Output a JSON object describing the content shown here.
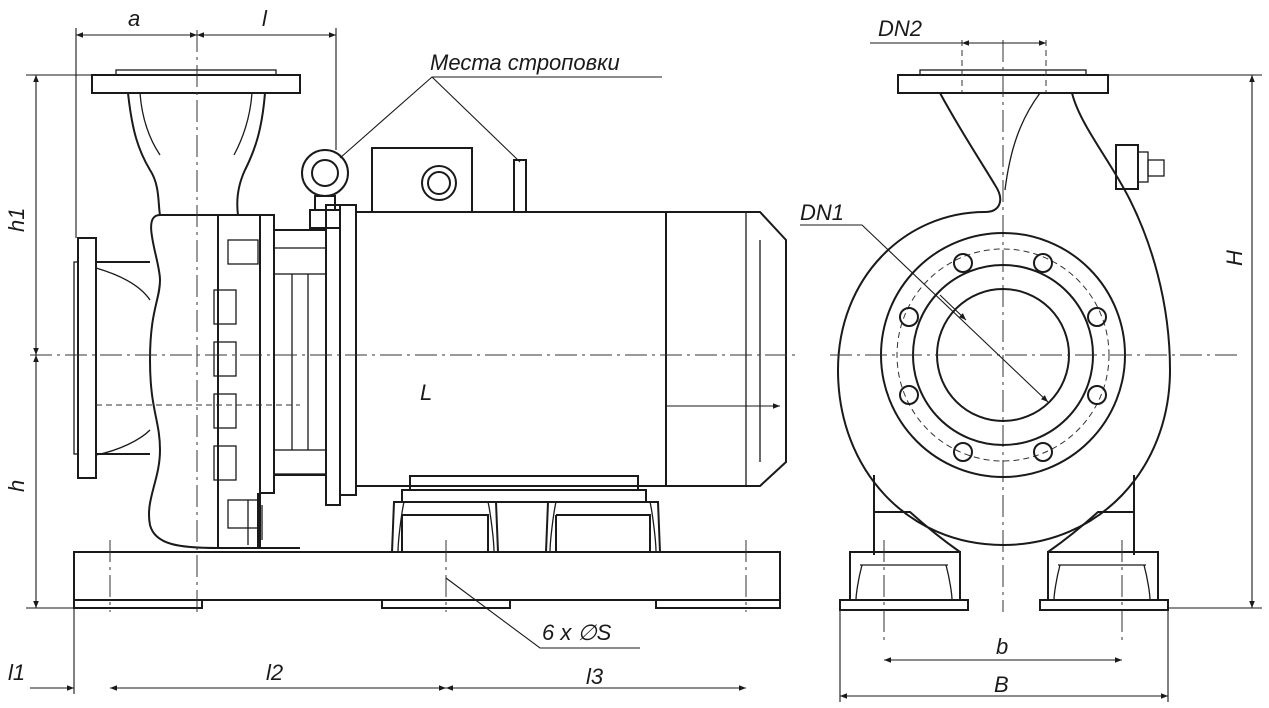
{
  "labels": {
    "a": "a",
    "l": "l",
    "h1": "h1",
    "h": "h",
    "L": "L",
    "slinging": "Места строповки",
    "holes": "6 x ∅S",
    "l1": "l1",
    "l2": "l2",
    "l3": "l3",
    "dn2": "DN2",
    "dn1": "DN1",
    "H": "H",
    "b": "b",
    "B": "B"
  }
}
